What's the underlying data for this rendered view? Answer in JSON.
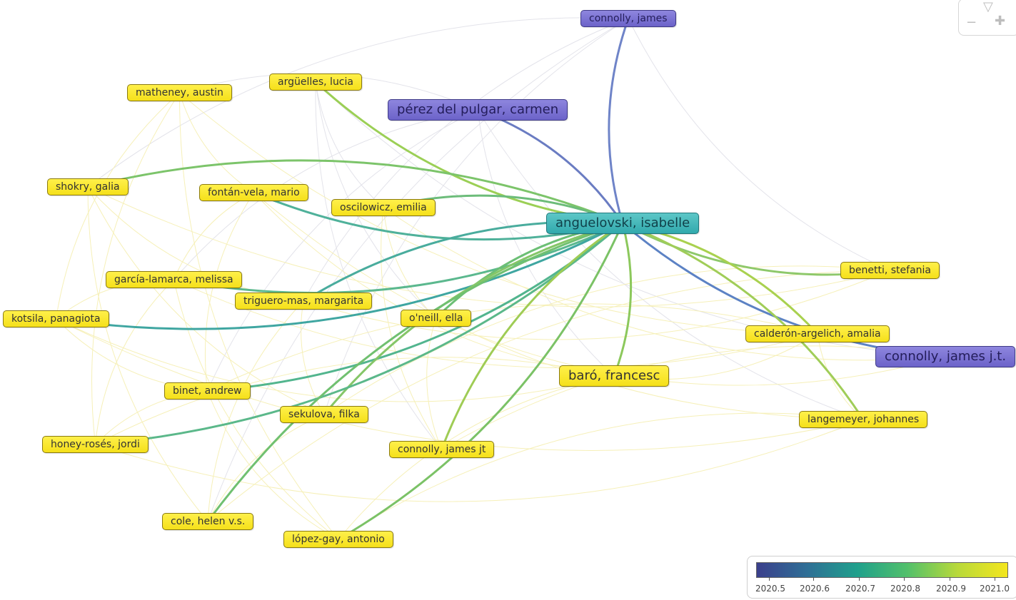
{
  "nodes": [
    {
      "id": "connolly_james",
      "label": "connolly, james",
      "kind": "p"
    },
    {
      "id": "perez",
      "label": "pérez del pulgar, carmen",
      "kind": "p"
    },
    {
      "id": "anguelovski",
      "label": "anguelovski, isabelle",
      "kind": "t"
    },
    {
      "id": "arguelles",
      "label": "argüelles, lucia",
      "kind": "y"
    },
    {
      "id": "matheney",
      "label": "matheney, austin",
      "kind": "y"
    },
    {
      "id": "shokry",
      "label": "shokry, galia",
      "kind": "y"
    },
    {
      "id": "fontan",
      "label": "fontán-vela, mario",
      "kind": "y"
    },
    {
      "id": "oscilowicz",
      "label": "oscilowicz, emilia",
      "kind": "y"
    },
    {
      "id": "garcia",
      "label": "garcía-lamarca, melissa",
      "kind": "y"
    },
    {
      "id": "triguero",
      "label": "triguero-mas, margarita",
      "kind": "y"
    },
    {
      "id": "kotsila",
      "label": "kotsila, panagiota",
      "kind": "y"
    },
    {
      "id": "oneill",
      "label": "o'neill, ella",
      "kind": "y"
    },
    {
      "id": "baro",
      "label": "baró, francesc",
      "kind": "y"
    },
    {
      "id": "benetti",
      "label": "benetti, stefania",
      "kind": "y"
    },
    {
      "id": "calderon",
      "label": "calderón-argelich, amalia",
      "kind": "y"
    },
    {
      "id": "connolly_jjt",
      "label": "connolly, james j.t.",
      "kind": "p"
    },
    {
      "id": "binet",
      "label": "binet, andrew",
      "kind": "y"
    },
    {
      "id": "sekulova",
      "label": "sekulova, filka",
      "kind": "y"
    },
    {
      "id": "honey",
      "label": "honey-rosés, jordi",
      "kind": "y"
    },
    {
      "id": "connolly_jt",
      "label": "connolly, james jt",
      "kind": "y"
    },
    {
      "id": "langemeyer",
      "label": "langemeyer, johannes",
      "kind": "y"
    },
    {
      "id": "cole",
      "label": "cole, helen v.s.",
      "kind": "y"
    },
    {
      "id": "lopez",
      "label": "lópez-gay, antonio",
      "kind": "y"
    }
  ],
  "highlighted_links": [
    {
      "source": "anguelovski",
      "target": "connolly_james",
      "color": "#6f84c8"
    },
    {
      "source": "anguelovski",
      "target": "perez",
      "color": "#6a7cc2"
    },
    {
      "source": "anguelovski",
      "target": "arguelles",
      "color": "#9bcf55"
    },
    {
      "source": "anguelovski",
      "target": "shokry",
      "color": "#7cc46a"
    },
    {
      "source": "anguelovski",
      "target": "fontan",
      "color": "#4fb19a"
    },
    {
      "source": "anguelovski",
      "target": "oscilowicz",
      "color": "#6cbc7a"
    },
    {
      "source": "anguelovski",
      "target": "garcia",
      "color": "#5bb88e"
    },
    {
      "source": "anguelovski",
      "target": "triguero",
      "color": "#49ac9d"
    },
    {
      "source": "anguelovski",
      "target": "kotsila",
      "color": "#3fa6a1"
    },
    {
      "source": "anguelovski",
      "target": "oneill",
      "color": "#6cbf75"
    },
    {
      "source": "anguelovski",
      "target": "baro",
      "color": "#8cc85c"
    },
    {
      "source": "anguelovski",
      "target": "benetti",
      "color": "#8ec86a"
    },
    {
      "source": "anguelovski",
      "target": "calderon",
      "color": "#a9d14f"
    },
    {
      "source": "anguelovski",
      "target": "connolly_jjt",
      "color": "#5c82c4"
    },
    {
      "source": "anguelovski",
      "target": "binet",
      "color": "#52b58e"
    },
    {
      "source": "anguelovski",
      "target": "sekulova",
      "color": "#85c668"
    },
    {
      "source": "anguelovski",
      "target": "honey",
      "color": "#5bb88a"
    },
    {
      "source": "anguelovski",
      "target": "connolly_jt",
      "color": "#9fcc55"
    },
    {
      "source": "anguelovski",
      "target": "langemeyer",
      "color": "#a0cd58"
    },
    {
      "source": "anguelovski",
      "target": "cole",
      "color": "#70c070"
    },
    {
      "source": "anguelovski",
      "target": "lopez",
      "color": "#7bc266"
    }
  ],
  "legend": {
    "ticks": [
      "2020.5",
      "2020.6",
      "2020.7",
      "2020.8",
      "2020.9",
      "2021.0"
    ],
    "color_stops": [
      "#3b3f8c",
      "#2f6f96",
      "#1fa08c",
      "#52c06b",
      "#b8d93a",
      "#f4e61e"
    ]
  },
  "zoom_controls": {
    "zoom_in_icon": "plus-icon",
    "zoom_out_icon": "minus-icon",
    "filter_icon": "triangle-down-icon"
  }
}
